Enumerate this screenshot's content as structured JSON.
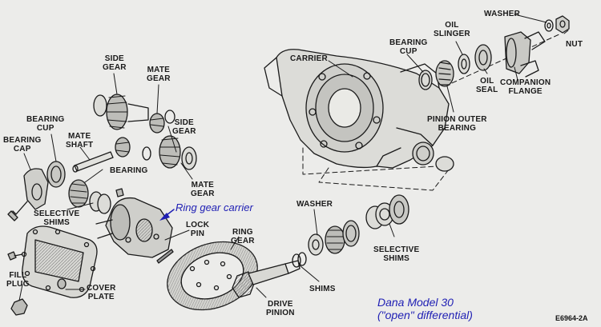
{
  "labels": {
    "side_gear_top": [
      "SIDE",
      "GEAR"
    ],
    "mate_gear_top": [
      "MATE",
      "GEAR"
    ],
    "side_gear_right": [
      "SIDE",
      "GEAR"
    ],
    "mate_shaft": [
      "MATE",
      "SHAFT"
    ],
    "bearing_cup_left": [
      "BEARING",
      "CUP"
    ],
    "bearing_cap": [
      "BEARING",
      "CAP"
    ],
    "bearing_left": "BEARING",
    "selective_shims_left": [
      "SELECTIVE",
      "SHIMS"
    ],
    "mate_gear_bottom": [
      "MATE",
      "GEAR"
    ],
    "lock_pin": [
      "LOCK",
      "PIN"
    ],
    "ring_gear": [
      "RING",
      "GEAR"
    ],
    "fill_plug": [
      "FILL",
      "PLUG"
    ],
    "cover_plate": [
      "COVER",
      "PLATE"
    ],
    "carrier": "CARRIER",
    "bearing_cup_right": [
      "BEARING",
      "CUP"
    ],
    "oil_slinger": [
      "OIL",
      "SLINGER"
    ],
    "washer_top": "WASHER",
    "nut": "NUT",
    "oil_seal": [
      "OIL",
      "SEAL"
    ],
    "companion_flange": [
      "COMPANION",
      "FLANGE"
    ],
    "pinion_outer_bearing": [
      "PINION OUTER",
      "BEARING"
    ],
    "washer_mid": "WASHER",
    "selective_shims_right": [
      "SELECTIVE",
      "SHIMS"
    ],
    "shims": "SHIMS",
    "drive_pinion": [
      "DRIVE",
      "PINION"
    ]
  },
  "annotations": {
    "ring_gear_carrier": "Ring gear carrier",
    "model_title": "Dana Model 30",
    "model_subtitle": "(\"open\" differential)",
    "figure_ref": "E6964-2A"
  },
  "colors": {
    "ink": "#1a1a1a",
    "paper": "#ececea",
    "annotation_blue": "#1f1fb4"
  }
}
